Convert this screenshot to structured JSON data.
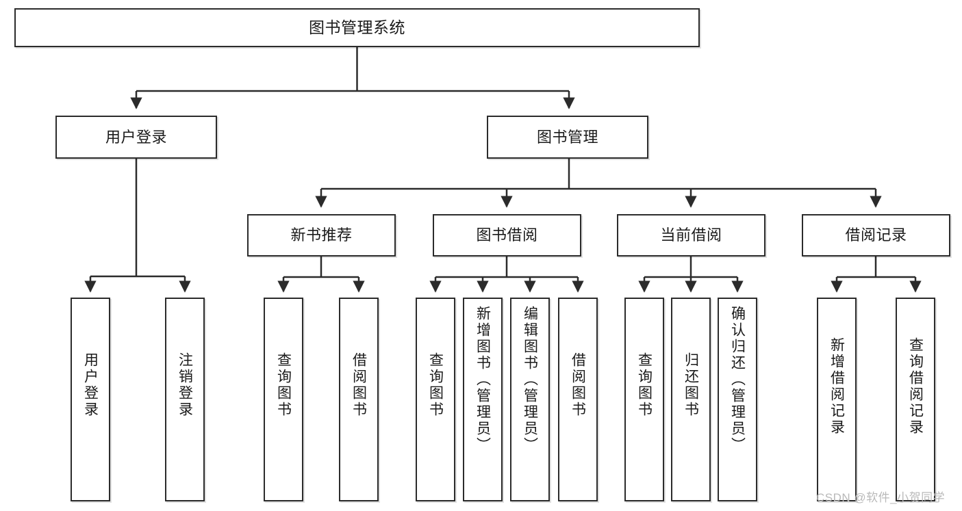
{
  "diagram": {
    "title": "图书管理系统",
    "root": {
      "label": "图书管理系统"
    },
    "level1": [
      {
        "label": "用户登录"
      },
      {
        "label": "图书管理"
      }
    ],
    "level2": [
      {
        "label": "新书推荐"
      },
      {
        "label": "图书借阅"
      },
      {
        "label": "当前借阅"
      },
      {
        "label": "借阅记录"
      }
    ],
    "leaves": [
      {
        "label": "用户登录"
      },
      {
        "label": "注销登录"
      },
      {
        "label": "查询图书"
      },
      {
        "label": "借阅图书"
      },
      {
        "label": "查询图书"
      },
      {
        "label": "新增图书（管理员）"
      },
      {
        "label": "编辑图书（管理员）"
      },
      {
        "label": "借阅图书"
      },
      {
        "label": "查询图书"
      },
      {
        "label": "归还图书"
      },
      {
        "label": "确认归还（管理员）"
      },
      {
        "label": "新增借阅记录"
      },
      {
        "label": "查询借阅记录"
      }
    ]
  },
  "watermark": {
    "text": "CSDN @软件_小贺同学"
  },
  "colors": {
    "border": "#2b2b2b",
    "background": "#ffffff",
    "text": "#1a1a1a",
    "watermark": "#b9b9b9"
  },
  "chart_data": {
    "type": "table",
    "title": "图书管理系统",
    "nodes": [
      {
        "id": "root",
        "label": "图书管理系统",
        "level": 0,
        "parent": null
      },
      {
        "id": "login",
        "label": "用户登录",
        "level": 1,
        "parent": "root"
      },
      {
        "id": "bookmg",
        "label": "图书管理",
        "level": 1,
        "parent": "root"
      },
      {
        "id": "newbook",
        "label": "新书推荐",
        "level": 2,
        "parent": "bookmg"
      },
      {
        "id": "borrow",
        "label": "图书借阅",
        "level": 2,
        "parent": "bookmg"
      },
      {
        "id": "current",
        "label": "当前借阅",
        "level": 2,
        "parent": "bookmg"
      },
      {
        "id": "record",
        "label": "借阅记录",
        "level": 2,
        "parent": "bookmg"
      },
      {
        "id": "l1",
        "label": "用户登录",
        "level": 2,
        "parent": "login"
      },
      {
        "id": "l2",
        "label": "注销登录",
        "level": 2,
        "parent": "login"
      },
      {
        "id": "l3",
        "label": "查询图书",
        "level": 3,
        "parent": "newbook"
      },
      {
        "id": "l4",
        "label": "借阅图书",
        "level": 3,
        "parent": "newbook"
      },
      {
        "id": "l5",
        "label": "查询图书",
        "level": 3,
        "parent": "borrow"
      },
      {
        "id": "l6",
        "label": "新增图书（管理员）",
        "level": 3,
        "parent": "borrow"
      },
      {
        "id": "l7",
        "label": "编辑图书（管理员）",
        "level": 3,
        "parent": "borrow"
      },
      {
        "id": "l8",
        "label": "借阅图书",
        "level": 3,
        "parent": "borrow"
      },
      {
        "id": "l9",
        "label": "查询图书",
        "level": 3,
        "parent": "current"
      },
      {
        "id": "l10",
        "label": "归还图书",
        "level": 3,
        "parent": "current"
      },
      {
        "id": "l11",
        "label": "确认归还（管理员）",
        "level": 3,
        "parent": "current"
      },
      {
        "id": "l12",
        "label": "新增借阅记录",
        "level": 3,
        "parent": "record"
      },
      {
        "id": "l13",
        "label": "查询借阅记录",
        "level": 3,
        "parent": "record"
      }
    ]
  }
}
